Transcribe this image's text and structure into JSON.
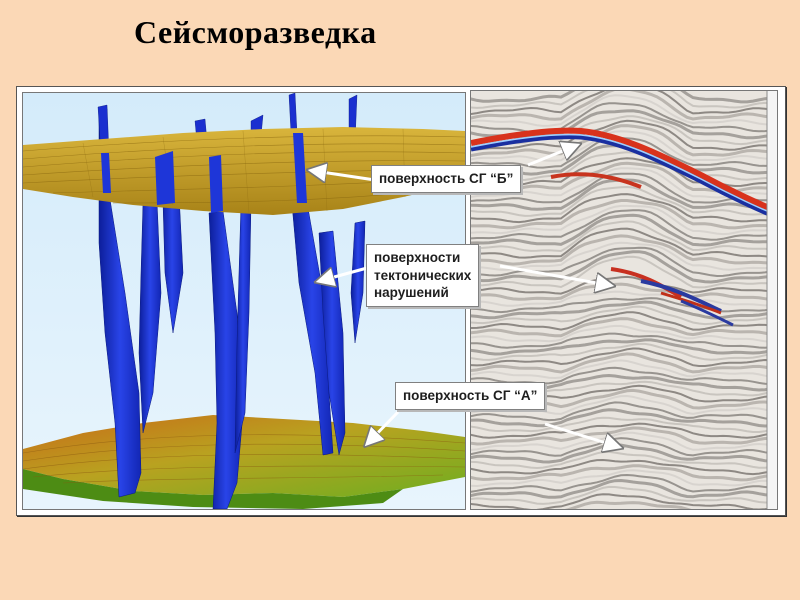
{
  "slide": {
    "title": "Сейсморазведка"
  },
  "labels": {
    "surface_b": "поверхность СГ “Б”",
    "faults": [
      "поверхности",
      "тектонических",
      "нарушений"
    ],
    "surface_a": "поверхность СГ “А”"
  },
  "colors": {
    "background": "#fbd8b6",
    "surface_b": "#c9a52a",
    "faults": "#1a2fd0",
    "sky": "#dff0fb"
  },
  "icons": [
    "arrow-icon"
  ]
}
